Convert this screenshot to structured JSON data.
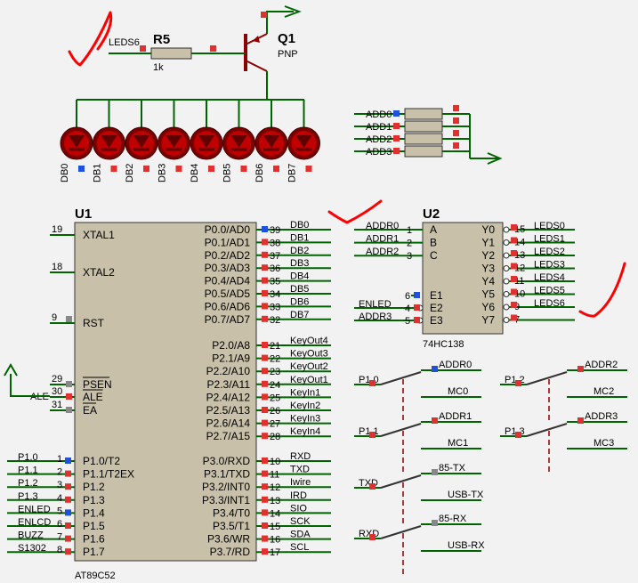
{
  "transistor": {
    "ref": "Q1",
    "type": "PNP"
  },
  "resistor": {
    "ref": "R5",
    "value": "1k",
    "net": "LEDS6"
  },
  "leds": [
    "DB0",
    "DB1",
    "DB2",
    "DB3",
    "DB4",
    "DB5",
    "DB6",
    "DB7"
  ],
  "addr_dip": [
    "ADD0",
    "ADD1",
    "ADD2",
    "ADD3"
  ],
  "u1": {
    "ref": "U1",
    "part": "AT89C52",
    "left": [
      {
        "pin": "19",
        "name": "XTAL1"
      },
      {
        "pin": "18",
        "name": "XTAL2"
      },
      {
        "pin": "9",
        "name": "RST"
      },
      {
        "pin": "29",
        "name": "PSEN"
      },
      {
        "pin": "30",
        "name": "ALE"
      },
      {
        "pin": "31",
        "name": "EA"
      }
    ],
    "ale_net": "ALE",
    "p1": [
      {
        "pin": "1",
        "name": "P1.0/T2",
        "net": "P1.0"
      },
      {
        "pin": "2",
        "name": "P1.1/T2EX",
        "net": "P1.1"
      },
      {
        "pin": "3",
        "name": "P1.2",
        "net": "P1.2"
      },
      {
        "pin": "4",
        "name": "P1.3",
        "net": "P1.3"
      },
      {
        "pin": "5",
        "name": "P1.4",
        "net": "ENLED"
      },
      {
        "pin": "6",
        "name": "P1.5",
        "net": "ENLCD"
      },
      {
        "pin": "7",
        "name": "P1.6",
        "net": "BUZZ"
      },
      {
        "pin": "8",
        "name": "P1.7",
        "net": "S1302"
      }
    ],
    "p0": [
      {
        "pin": "39",
        "name": "P0.0/AD0",
        "net": "DB0"
      },
      {
        "pin": "38",
        "name": "P0.1/AD1",
        "net": "DB1"
      },
      {
        "pin": "37",
        "name": "P0.2/AD2",
        "net": "DB2"
      },
      {
        "pin": "36",
        "name": "P0.3/AD3",
        "net": "DB3"
      },
      {
        "pin": "35",
        "name": "P0.4/AD4",
        "net": "DB4"
      },
      {
        "pin": "34",
        "name": "P0.5/AD5",
        "net": "DB5"
      },
      {
        "pin": "33",
        "name": "P0.6/AD6",
        "net": "DB6"
      },
      {
        "pin": "32",
        "name": "P0.7/AD7",
        "net": "DB7"
      }
    ],
    "p2": [
      {
        "pin": "21",
        "name": "P2.0/A8",
        "net": "KeyOut4"
      },
      {
        "pin": "22",
        "name": "P2.1/A9",
        "net": "KeyOut3"
      },
      {
        "pin": "23",
        "name": "P2.2/A10",
        "net": "KeyOut2"
      },
      {
        "pin": "24",
        "name": "P2.3/A11",
        "net": "KeyOut1"
      },
      {
        "pin": "25",
        "name": "P2.4/A12",
        "net": "KeyIn1"
      },
      {
        "pin": "26",
        "name": "P2.5/A13",
        "net": "KeyIn2"
      },
      {
        "pin": "27",
        "name": "P2.6/A14",
        "net": "KeyIn3"
      },
      {
        "pin": "28",
        "name": "P2.7/A15",
        "net": "KeyIn4"
      }
    ],
    "p3": [
      {
        "pin": "10",
        "name": "P3.0/RXD",
        "net": "RXD"
      },
      {
        "pin": "11",
        "name": "P3.1/TXD",
        "net": "TXD"
      },
      {
        "pin": "12",
        "name": "P3.2/INT0",
        "net": "Iwire"
      },
      {
        "pin": "13",
        "name": "P3.3/INT1",
        "net": "IRD"
      },
      {
        "pin": "14",
        "name": "P3.4/T0",
        "net": "SIO"
      },
      {
        "pin": "15",
        "name": "P3.5/T1",
        "net": "SCK"
      },
      {
        "pin": "16",
        "name": "P3.6/WR",
        "net": "SDA"
      },
      {
        "pin": "17",
        "name": "P3.7/RD",
        "net": "SCL"
      }
    ]
  },
  "u2": {
    "ref": "U2",
    "part": "74HC138",
    "inputs": [
      {
        "pin": "1",
        "name": "A",
        "net": "ADDR0"
      },
      {
        "pin": "2",
        "name": "B",
        "net": "ADDR1"
      },
      {
        "pin": "3",
        "name": "C",
        "net": "ADDR2"
      }
    ],
    "enables": [
      {
        "pin": "6",
        "name": "E1",
        "net": ""
      },
      {
        "pin": "4",
        "name": "E2",
        "net": "ENLED"
      },
      {
        "pin": "5",
        "name": "E3",
        "net": "ADDR3"
      }
    ],
    "outputs": [
      {
        "pin": "15",
        "name": "Y0",
        "net": "LEDS0"
      },
      {
        "pin": "14",
        "name": "Y1",
        "net": "LEDS1"
      },
      {
        "pin": "13",
        "name": "Y2",
        "net": "LEDS2"
      },
      {
        "pin": "12",
        "name": "Y3",
        "net": "LEDS3"
      },
      {
        "pin": "11",
        "name": "Y4",
        "net": "LEDS4"
      },
      {
        "pin": "10",
        "name": "Y5",
        "net": "LEDS5"
      },
      {
        "pin": "9",
        "name": "Y6",
        "net": "LEDS6"
      },
      {
        "pin": "7",
        "name": "Y7",
        "net": "Y7"
      }
    ]
  },
  "switches": [
    {
      "in": "P1.0",
      "a": "ADDR0",
      "b": "MC0"
    },
    {
      "in": "P1.1",
      "a": "ADDR1",
      "b": "MC1"
    },
    {
      "in": "P1.2",
      "a": "ADDR2",
      "b": "MC2"
    },
    {
      "in": "P1.3",
      "a": "ADDR3",
      "b": "MC3"
    },
    {
      "in": "TXD",
      "a": "85-TX",
      "b": "USB-TX"
    },
    {
      "in": "RXD",
      "a": "85-RX",
      "b": "USB-RX"
    }
  ]
}
